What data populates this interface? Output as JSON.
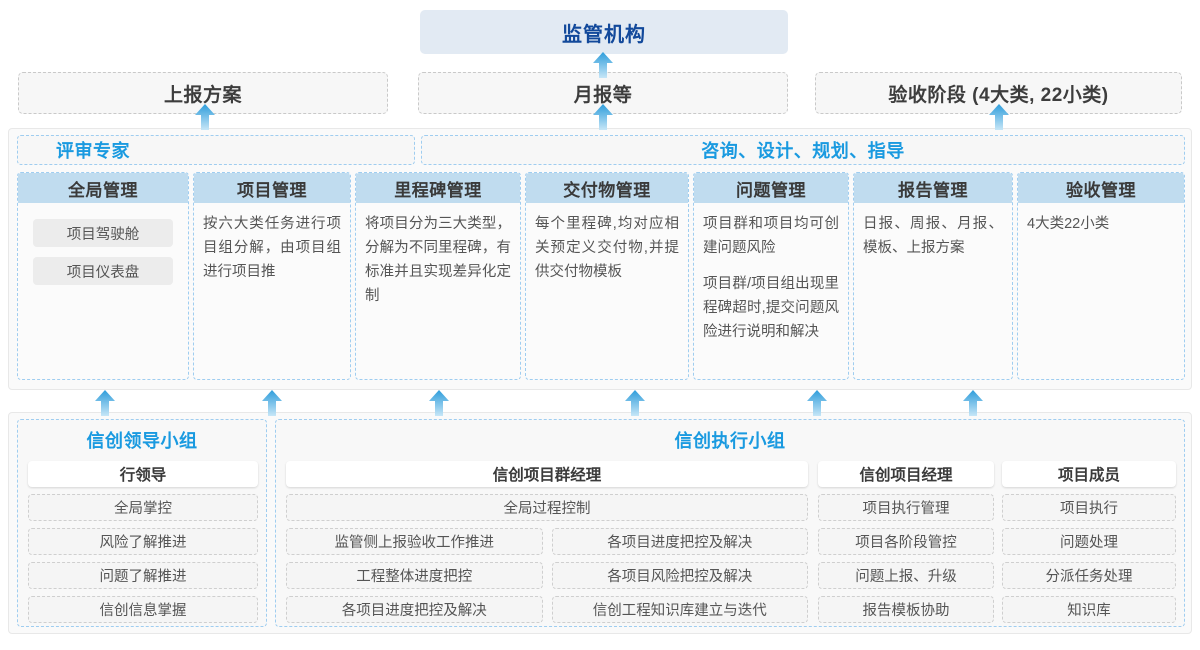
{
  "top": {
    "regulator": {
      "label": "监管机构"
    },
    "reports": [
      {
        "label": "上报方案"
      },
      {
        "label": "月报等"
      },
      {
        "label": "验收阶段 (4大类, 22小类)"
      }
    ]
  },
  "middle": {
    "bands": [
      {
        "label": "评审专家"
      },
      {
        "label": "咨询、设计、规划、指导"
      }
    ],
    "columns": [
      {
        "header": "全局管理",
        "desc": "",
        "pills": [
          "项目驾驶舱",
          "项目仪表盘"
        ]
      },
      {
        "header": "项目管理",
        "desc": "按六大类任务进行项目组分解，由项目组进行项目推",
        "pills": []
      },
      {
        "header": "里程碑管理",
        "desc": "将项目分为三大类型，分解为不同里程碑，有标准并且实现差异化定制",
        "pills": []
      },
      {
        "header": "交付物管理",
        "desc": "每个里程碑,均对应相关预定义交付物,并提供交付物模板",
        "pills": []
      },
      {
        "header": "问题管理",
        "desc": "项目群和项目均可创建问题风险",
        "desc2": "项目群/项目组出现里程碑超时,提交问题风险进行说明和解决",
        "pills": []
      },
      {
        "header": "报告管理",
        "desc": "日报、周报、月报、模板、上报方案",
        "pills": []
      },
      {
        "header": "验收管理",
        "desc": "4大类22小类",
        "pills": []
      }
    ]
  },
  "bottom": {
    "groups": [
      {
        "title": "信创领导小组",
        "roles": [
          {
            "header": "行领导",
            "tasks": [
              "全局掌控",
              "风险了解推进",
              "问题了解推进",
              "信创信息掌握"
            ]
          }
        ]
      },
      {
        "title": "信创执行小组",
        "roles": [
          {
            "header": "信创项目群经理",
            "full_task": "全局过程控制",
            "task_rows": [
              [
                "监管侧上报验收工作推进",
                "各项目进度把控及解决"
              ],
              [
                "工程整体进度把控",
                "各项目风险把控及解决"
              ],
              [
                "各项目进度把控及解决",
                "信创工程知识库建立与迭代"
              ]
            ]
          },
          {
            "header": "信创项目经理",
            "tasks": [
              "项目执行管理",
              "项目各阶段管控",
              "问题上报、升级",
              "报告模板协助"
            ]
          },
          {
            "header": "项目成员",
            "tasks": [
              "项目执行",
              "问题处理",
              "分派任务处理",
              "知识库"
            ]
          }
        ]
      }
    ]
  },
  "colors": {
    "accent_blue": "#1a9ae0",
    "header_blue": "#c0dcef",
    "regulator_bg": "#e2eaf3",
    "regulator_text": "#12499b",
    "arrow_top": "#2e9ddb",
    "arrow_bottom": "#bfe2f5"
  },
  "icons": {
    "arrow": "up-arrow-icon"
  }
}
